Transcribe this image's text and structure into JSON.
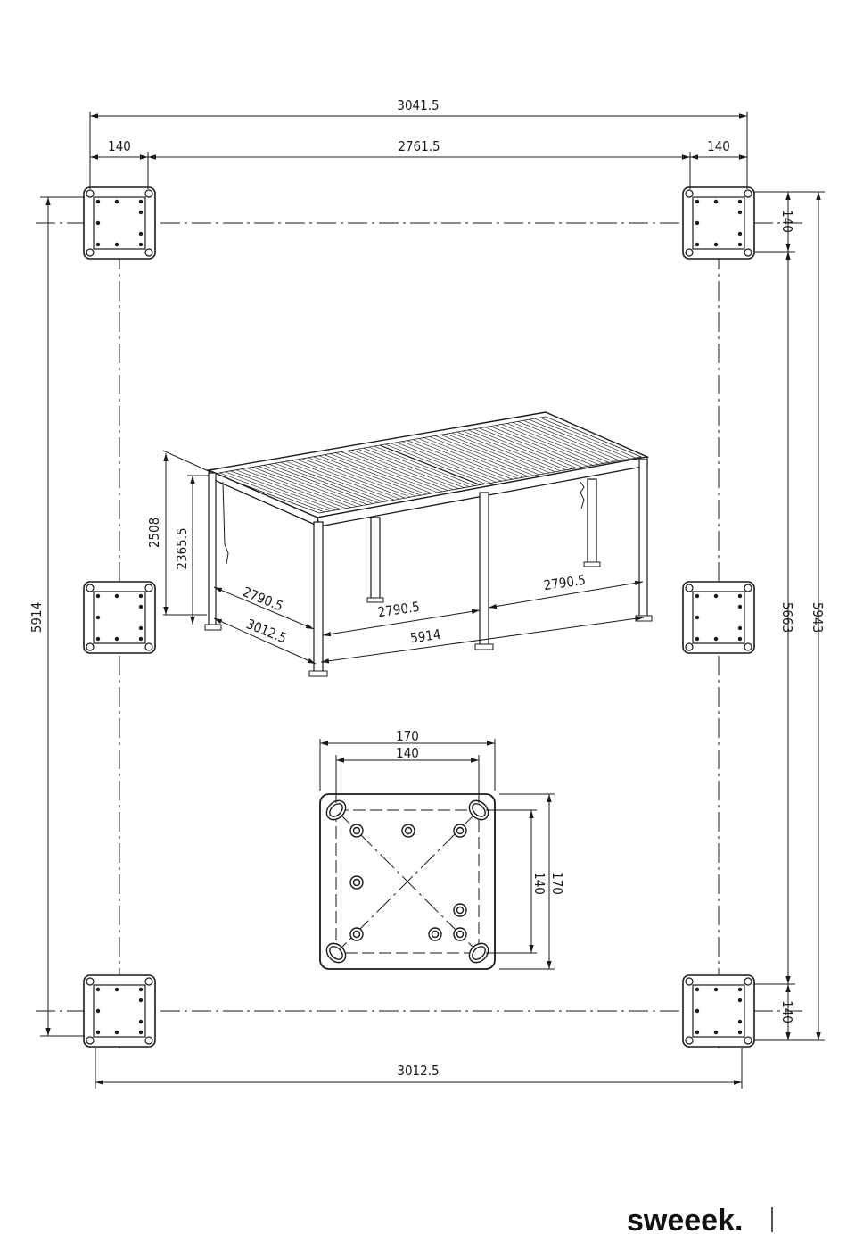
{
  "dimensions": {
    "overall_width": "3041.5",
    "left_offset": "140",
    "center_span": "2761.5",
    "right_offset": "140",
    "left_height": "5914",
    "right_inner_height": "5663",
    "right_outer_height": "5943",
    "plate_top_right": "140",
    "plate_bottom_right": "140",
    "bottom_width": "3012.5"
  },
  "pergola": {
    "height_total": "2508",
    "height_clear": "2365.5",
    "side_span": "2790.5",
    "side_total": "3012.5",
    "front_span_left": "2790.5",
    "front_span_right": "2790.5",
    "front_total": "5914"
  },
  "baseplate": {
    "outer_width": "170",
    "hole_spacing_width": "140",
    "hole_spacing_height": "140",
    "outer_height": "170"
  },
  "brand": {
    "name": "sweeek."
  },
  "colors": {
    "line": "#1a1a1a",
    "background": "#ffffff"
  }
}
